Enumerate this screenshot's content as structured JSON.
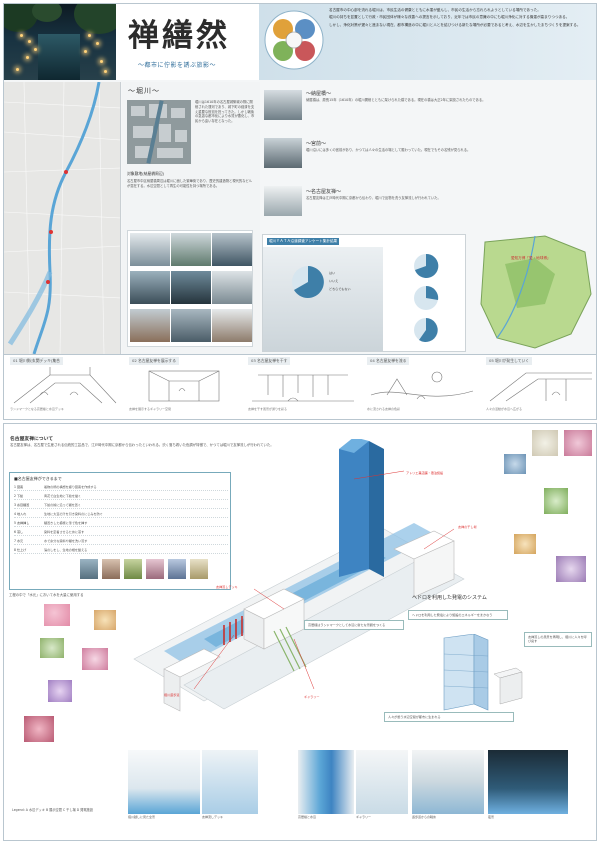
{
  "header": {
    "title": "禅繕然",
    "subtitle": "〜都市に佇影を誘ぶ旅影〜",
    "intro": [
      "名古屋市の中心部を流れる堀川は、市民生活の健康とともに水運が盛んし、市民の生活から忘れられようとしている場所であった。",
      "堀川の持ちを並置として行政・市民団体が様々な改善への提言を示しており、近年では市民の意識の中にも堀川浄化に対する機運が高まりつつある。",
      "しかし、浄化対策が遅々と進まない現在、都市構造の中に堀川と人とを結びつける新たな場所が必要であると考え、水辺を生かしたまちづくりを提案する。"
    ]
  },
  "top": {
    "horikawa_title": "〜堀川〜",
    "horikawa_text": "堀川は1610年の名古屋城築城の際に開削された運河であり、城下町の経済を支え重要な役割を担ってきた。しかし戦後の急激な都市化により水質が悪化し、市民から遠い存在となった。",
    "survey_heading": "対象敷地(納屋橋周辺)",
    "survey_text": "名古屋市中区納屋橋周辺は堀川に面した繁華街であり、歴史的建造物と現代的なビルが混在する。水辺空間として再生の可能性を持つ場所である。",
    "hist1_title": "〜納屋橋〜",
    "hist1_text": "納屋橋は、慶長15年（1610年）の堀川開削とともに架けられた橋である。現在の橋は大正2年に架設されたものである。",
    "hist2_title": "〜宮前〜",
    "hist2_text": "堀川沿いには多くの宮前があり、かつては人々の生活の場として賑わっていた。現在でもその名残が見られる。",
    "hist3_title": "〜名古屋友禅〜",
    "hist3_text": "名古屋友禅は江戸時代中期に京都から伝わり、堀川で反物を洗う友禅流しが行われていた。",
    "survey_box_title": "堀川ＹＡＴＡ沿道調査アンケート集計結果",
    "pie_labels": [
      "はい",
      "いいえ",
      "どちらでもない"
    ],
    "map_title": "愛知万博「愛・地球博」",
    "sketches": [
      {
        "label": "01 堀川側(玄関デッキ)集合",
        "cap": "ランドマークとなる高層棟と水辺デッキ"
      },
      {
        "label": "02 名古屋友禅を展示する",
        "cap": "友禅を展示するギャラリー空間"
      },
      {
        "label": "03 名古屋友禅を干す",
        "cap": "友禅を干す風景が通りを彩る"
      },
      {
        "label": "04 名古屋友禅を流る",
        "cap": "水に流される友禅の色彩"
      },
      {
        "label": "05 堀川が発生していく",
        "cap": "人々の活動が水辺へ広がる"
      }
    ]
  },
  "bottom": {
    "section_title": "名古屋友禅について",
    "section_text": "名古屋友禅は、名古屋で生産される伝統的工芸品で、江戸時代中期に京都から伝わったといわれる。渋く落ち着いた色調が特徴で、かつては堀川で友禅流しが行われていた。",
    "table_title": "■名古屋友禅ができるまで",
    "table_rows": [
      {
        "num": "1 図案",
        "text": "着物の柄の構想を練り図案を作成する"
      },
      {
        "num": "2 下絵",
        "text": "青花で白生地に下絵を描く"
      },
      {
        "num": "3 糸目糊置",
        "text": "下絵の線に沿って糊を置く"
      },
      {
        "num": "4 地入れ",
        "text": "生地に大豆の汁を引き染料のにじみを防ぐ"
      },
      {
        "num": "5 友禅挿し",
        "text": "糊置きした模様に筆で色を挿す"
      },
      {
        "num": "6 蒸し",
        "text": "染料を定着させるために蒸す"
      },
      {
        "num": "7 水元",
        "text": "水で余分な染料や糊を洗い流す"
      },
      {
        "num": "8 仕上げ",
        "text": "湯のしをし、生地の幅を整える"
      }
    ],
    "table_caption": "工程の中で「水元」において水を大量に使用する",
    "hedro_title": "ヘドロを利用した発電のシステム",
    "labels_red": [
      "アトリエ兼店舗・宿泊施設",
      "友禅流しデッキ",
      "ギャラリー",
      "堀川遊歩道",
      "友禅の干し場"
    ],
    "notes": [
      "高層棟はランドマークとして水辺に新たな景観をつくる",
      "ヘドロを利用した発電により施設のエネルギーをまかなう",
      "友禅流しの風景を再現し、堀川に人々を呼び戻す",
      "人々が憩う水辺空間が都市に生まれる"
    ],
    "model_captions": [
      "堀川越しに見た全景",
      "友禅流しデッキ",
      "高層棟と水辺",
      "ギャラリー",
      "遊歩道からの眺め",
      "夜景"
    ],
    "legend": "Legend: A 水辺デッキ B 展示空間 C 干し場 D 発電施設"
  },
  "colors": {
    "accent": "#3e7fa8",
    "river": "#5aa5d6",
    "frame": "#b9c6cf",
    "note_red": "#dd3333"
  }
}
